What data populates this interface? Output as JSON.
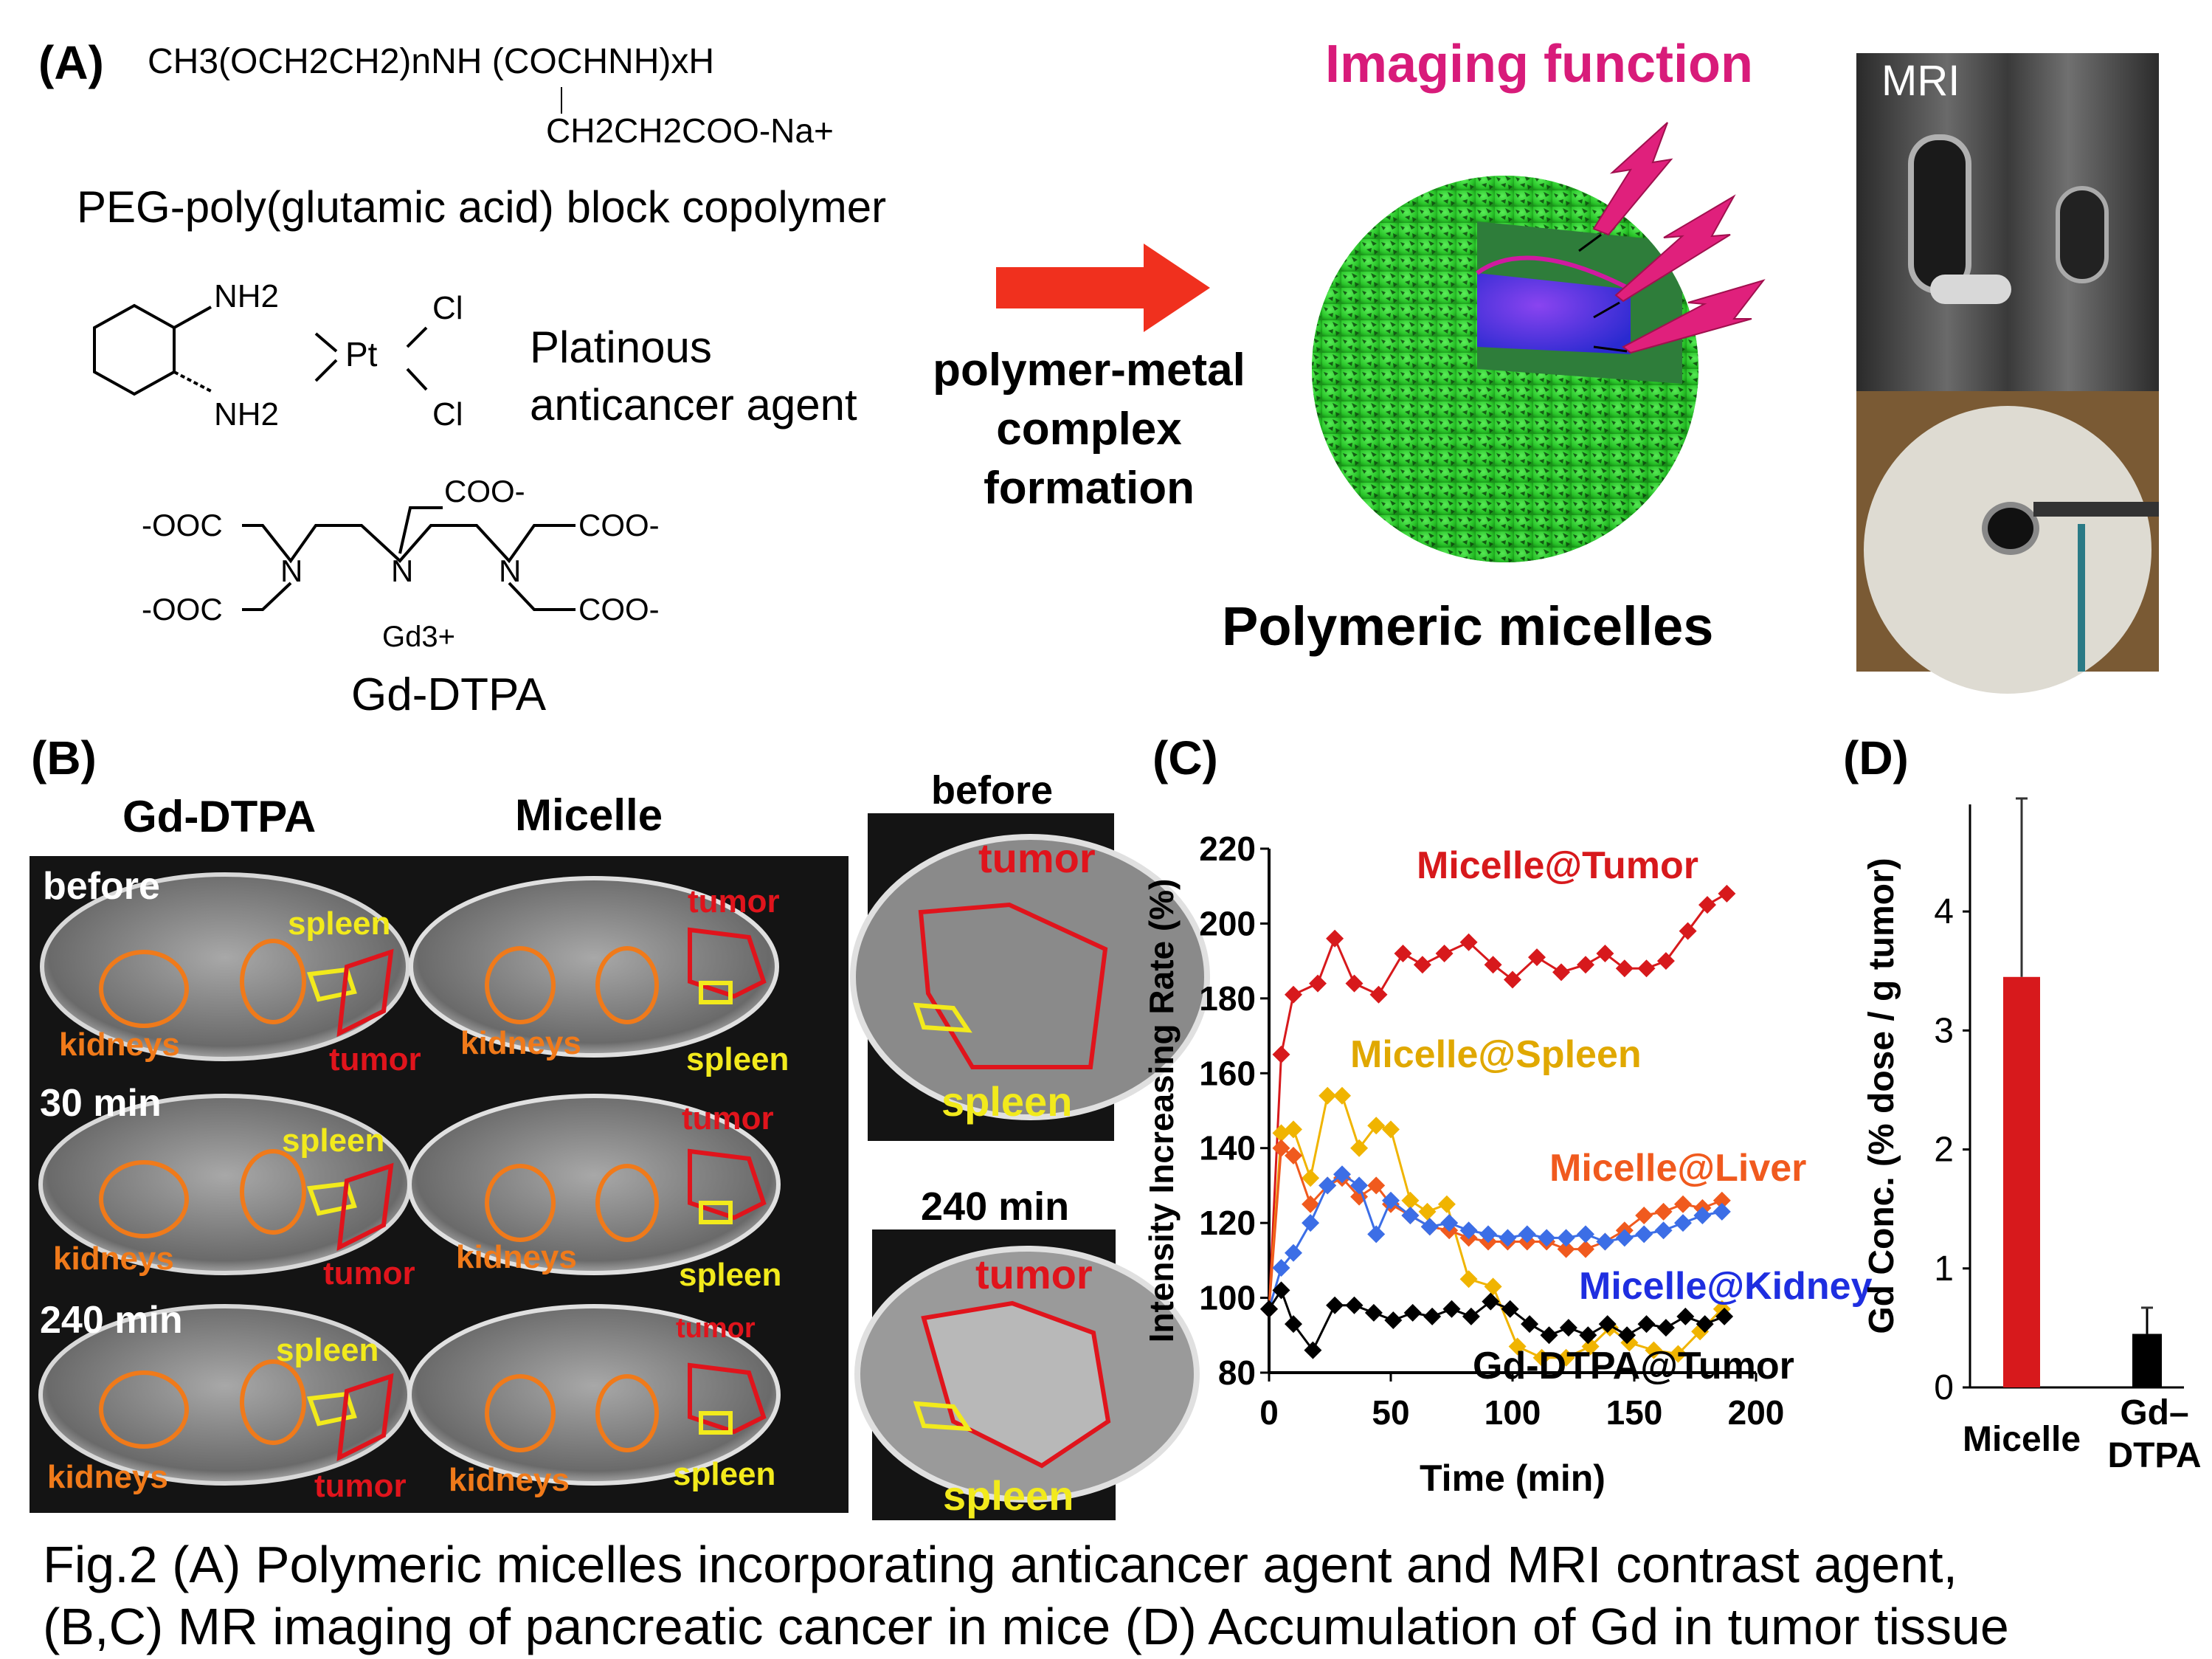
{
  "panelA": {
    "label": "(A)",
    "formula_main": "CH3(OCH2CH2)nNH (COCHNH)xH",
    "formula_side": "CH2CH2COO-Na+",
    "copolymer_label": "PEG-poly(glutamic acid) block copolymer",
    "pt_atoms": {
      "nh2_top": "NH2",
      "nh2_bottom": "NH2",
      "pt": "Pt",
      "cl_top": "Cl",
      "cl_bottom": "Cl"
    },
    "pt_label_line1": "Platinous",
    "pt_label_line2": "anticancer agent",
    "dtpa_atoms": {
      "coo_top": "COO-",
      "ooc_left_top": "-OOC",
      "ooc_left_bottom": "-OOC",
      "coo_right_top": "COO-",
      "coo_right_bottom": "COO-",
      "n": "N",
      "gd": "Gd3+"
    },
    "dtpa_label": "Gd-DTPA",
    "arrow_caption": [
      "polymer-metal",
      "complex",
      "formation"
    ],
    "imaging_function": "Imaging function",
    "micelle_title": "Polymeric micelles",
    "mri_label": "MRI"
  },
  "panelB": {
    "label": "(B)",
    "col_gd": "Gd-DTPA",
    "col_micelle": "Micelle",
    "rows": [
      "before",
      "30 min",
      "240 min"
    ],
    "zoom_titles": [
      "before",
      "240 min"
    ],
    "organs": {
      "kidneys": "kidneys",
      "spleen": "spleen",
      "tumor": "tumor"
    },
    "colors": {
      "kidneys": "#f07a1a",
      "spleen": "#f2ea1c",
      "tumor": "#e0141c"
    }
  },
  "panelC": {
    "label": "(C)",
    "annotations": {
      "tumor": "Micelle@Tumor",
      "spleen": "Micelle@Spleen",
      "liver": "Micelle@Liver",
      "kidney": "Micelle@Kidney",
      "gd": "Gd-DTPA@Tumor"
    }
  },
  "panelD": {
    "label": "(D)"
  },
  "chart_data": [
    {
      "type": "line",
      "xlabel": "Time (min)",
      "ylabel": "Intensity Increasing Rate (%)",
      "xlim": [
        0,
        200
      ],
      "ylim": [
        80,
        220
      ],
      "xticks": [
        0,
        50,
        100,
        150,
        200
      ],
      "yticks": [
        80,
        100,
        120,
        140,
        160,
        180,
        200,
        220
      ],
      "series": [
        {
          "name": "Micelle@Tumor",
          "color": "#d7191c",
          "x": [
            0,
            5,
            10,
            20,
            27,
            35,
            45,
            55,
            63,
            72,
            82,
            92,
            100,
            110,
            120,
            130,
            138,
            146,
            155,
            163,
            172,
            180,
            188
          ],
          "y": [
            97,
            165,
            181,
            184,
            196,
            184,
            181,
            192,
            189,
            192,
            195,
            189,
            185,
            191,
            187,
            189,
            192,
            188,
            188,
            190,
            198,
            205,
            208
          ]
        },
        {
          "name": "Micelle@Spleen",
          "color": "#f0b400",
          "x": [
            0,
            5,
            10,
            17,
            24,
            30,
            37,
            44,
            50,
            58,
            65,
            73,
            82,
            92,
            102,
            112,
            122,
            132,
            140,
            148,
            158,
            168,
            177,
            186
          ],
          "y": [
            97,
            144,
            145,
            132,
            154,
            154,
            140,
            146,
            145,
            126,
            123,
            125,
            105,
            103,
            87,
            84,
            84,
            87,
            92,
            88,
            86,
            85,
            91,
            97
          ]
        },
        {
          "name": "Micelle@Liver",
          "color": "#f05a1e",
          "x": [
            0,
            5,
            10,
            17,
            24,
            30,
            37,
            44,
            50,
            58,
            66,
            74,
            82,
            90,
            98,
            106,
            114,
            122,
            130,
            138,
            146,
            154,
            162,
            170,
            178,
            186
          ],
          "y": [
            97,
            140,
            138,
            125,
            130,
            132,
            127,
            130,
            125,
            122,
            119,
            118,
            116,
            115,
            115,
            115,
            115,
            113,
            113,
            115,
            118,
            122,
            123,
            125,
            124,
            126
          ]
        },
        {
          "name": "Micelle@Kidney",
          "color": "#3c6ee6",
          "x": [
            0,
            5,
            10,
            17,
            24,
            30,
            37,
            44,
            50,
            58,
            66,
            74,
            82,
            90,
            98,
            106,
            114,
            122,
            130,
            138,
            146,
            154,
            162,
            170,
            178,
            186
          ],
          "y": [
            97,
            108,
            112,
            120,
            130,
            133,
            130,
            117,
            126,
            122,
            119,
            120,
            118,
            117,
            116,
            117,
            116,
            116,
            117,
            115,
            116,
            117,
            118,
            120,
            122,
            123
          ]
        },
        {
          "name": "Gd-DTPA@Tumor",
          "color": "#000000",
          "x": [
            0,
            5,
            10,
            18,
            27,
            35,
            43,
            51,
            59,
            67,
            75,
            83,
            91,
            99,
            107,
            115,
            123,
            131,
            139,
            147,
            155,
            163,
            171,
            179,
            187
          ],
          "y": [
            97,
            102,
            93,
            86,
            98,
            98,
            96,
            94,
            96,
            95,
            97,
            95,
            99,
            97,
            93,
            90,
            92,
            90,
            93,
            90,
            93,
            92,
            95,
            93,
            95
          ]
        }
      ]
    },
    {
      "type": "bar",
      "categories": [
        "Micelle",
        "Gd–\nDTPA"
      ],
      "values": [
        3.45,
        0.45
      ],
      "errors": [
        1.5,
        0.22
      ],
      "colors": [
        "#d7191c",
        "#000000"
      ],
      "ylabel": "Gd Conc. (% dose / g tumor)",
      "ylim": [
        0,
        4.9
      ],
      "yticks": [
        0,
        1,
        2,
        3,
        4
      ]
    }
  ],
  "caption": {
    "line1": "Fig.2 (A) Polymeric micelles incorporating anticancer agent and MRI contrast agent,",
    "line2": "(B,C) MR imaging of pancreatic cancer in mice (D) Accumulation of Gd in tumor tissue"
  }
}
